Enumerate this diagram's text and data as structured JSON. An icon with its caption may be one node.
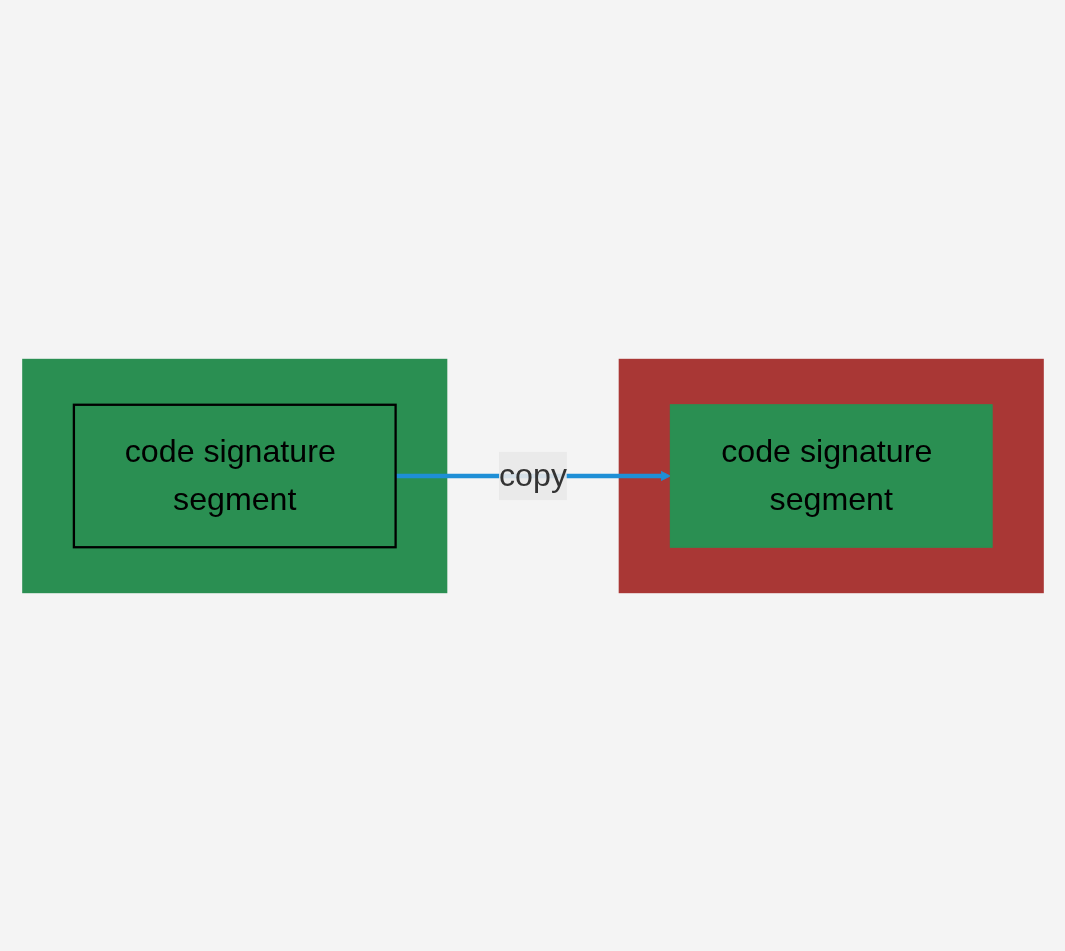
{
  "diagram": {
    "nodes": [
      {
        "text": [],
        "shape": "bar"
      },
      {
        "text": [
          "code signature segment"
        ],
        "in": 0
      },
      {
        "text": [],
        "shape": "bar"
      },
      {
        "text": [
          "code signature segment"
        ],
        "in": 2
      }
    ],
    "edges": [
      {
        "from": 1,
        "to": 3,
        "arrow": "to",
        "label": "copy"
      }
    ]
  }
}
